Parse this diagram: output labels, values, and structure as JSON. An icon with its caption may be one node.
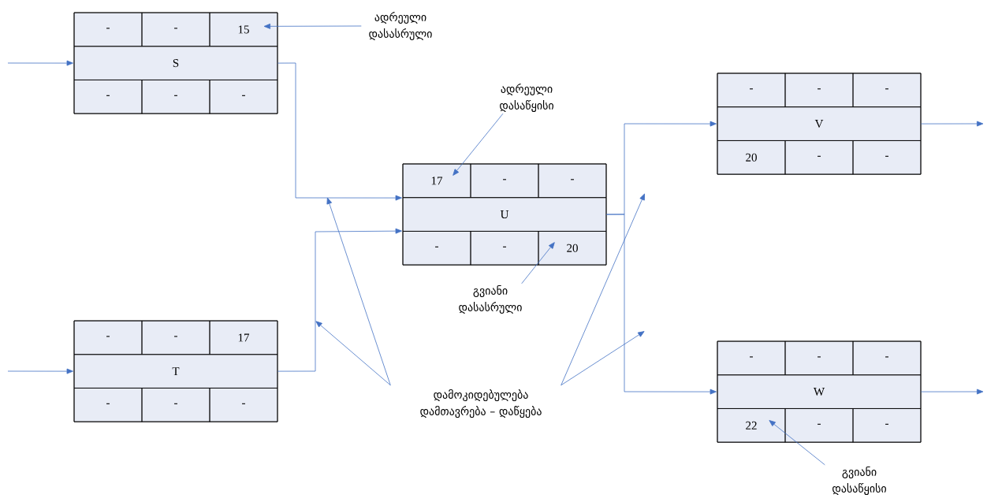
{
  "diagram": {
    "nodes": [
      {
        "text": [],
        "shape": "box"
      },
      {
        "text": [
          "-"
        ],
        "in": 0
      },
      {
        "text": [
          "-"
        ],
        "in": 0
      },
      {
        "text": [
          "15"
        ],
        "in": 0
      },
      {
        "text": [
          "S"
        ],
        "in": 0
      },
      {
        "text": [
          "-"
        ],
        "in": 0
      },
      {
        "text": [
          "-"
        ],
        "in": 0
      },
      {
        "text": [
          "-"
        ],
        "in": 0
      },
      {
        "text": [],
        "shape": "box"
      },
      {
        "text": [
          "-"
        ],
        "in": 8
      },
      {
        "text": [
          "-"
        ],
        "in": 8
      },
      {
        "text": [
          "17"
        ],
        "in": 8
      },
      {
        "text": [
          "T"
        ],
        "in": 8
      },
      {
        "text": [
          "-"
        ],
        "in": 8
      },
      {
        "text": [
          "-"
        ],
        "in": 8
      },
      {
        "text": [
          "-"
        ],
        "in": 8
      },
      {
        "text": [],
        "shape": "box"
      },
      {
        "text": [
          "17"
        ],
        "in": 16
      },
      {
        "text": [
          "-"
        ],
        "in": 16
      },
      {
        "text": [
          "-"
        ],
        "in": 16
      },
      {
        "text": [
          "U"
        ],
        "in": 16
      },
      {
        "text": [
          "-"
        ],
        "in": 16
      },
      {
        "text": [
          "-"
        ],
        "in": 16
      },
      {
        "text": [
          "20"
        ],
        "in": 16
      },
      {
        "text": [],
        "shape": "box"
      },
      {
        "text": [
          "-"
        ],
        "in": 24
      },
      {
        "text": [
          "-"
        ],
        "in": 24
      },
      {
        "text": [
          "-"
        ],
        "in": 24
      },
      {
        "text": [
          "V"
        ],
        "in": 24
      },
      {
        "text": [
          "20"
        ],
        "in": 24
      },
      {
        "text": [
          "-"
        ],
        "in": 24
      },
      {
        "text": [
          "-"
        ],
        "in": 24
      },
      {
        "text": [],
        "shape": "box"
      },
      {
        "text": [
          "-"
        ],
        "in": 32
      },
      {
        "text": [
          "-"
        ],
        "in": 32
      },
      {
        "text": [
          "-"
        ],
        "in": 32
      },
      {
        "text": [
          "W"
        ],
        "in": 32
      },
      {
        "text": [
          "22"
        ],
        "in": 32
      },
      {
        "text": [
          "-"
        ],
        "in": 32
      },
      {
        "text": [
          "-"
        ],
        "in": 32
      },
      {
        "text": [
          "ადრეული დასასრული"
        ]
      },
      {
        "text": [
          "ადრეული დასაწყისი"
        ]
      },
      {
        "text": [
          "გვიანი დასასრული"
        ]
      },
      {
        "text": [
          "დამოკიდებულება დამთავრება – დაწყება"
        ]
      },
      {
        "text": [
          "გვიანი დასაწყისი"
        ]
      }
    ],
    "edges": [
      {
        "from": null,
        "to": 0,
        "arrow": "to"
      },
      {
        "from": null,
        "to": 8,
        "arrow": "to"
      },
      {
        "from": 0,
        "to": 16,
        "arrow": "to"
      },
      {
        "from": 8,
        "to": 16,
        "arrow": "to"
      },
      {
        "from": 16,
        "to": 24,
        "arrow": "to"
      },
      {
        "from": 16,
        "to": 32,
        "arrow": "to"
      },
      {
        "from": 24,
        "to": null,
        "arrow": "to"
      },
      {
        "from": 32,
        "to": null,
        "arrow": "to"
      },
      {
        "from": 40,
        "to": 3,
        "arrow": "to"
      },
      {
        "from": 41,
        "to": 17,
        "arrow": "to"
      },
      {
        "from": 42,
        "to": 23,
        "arrow": "to"
      },
      {
        "from": 44,
        "to": 37,
        "arrow": "to"
      },
      {
        "from": 43,
        "to": null,
        "arrow": "to"
      },
      {
        "from": 43,
        "to": null,
        "arrow": "to"
      },
      {
        "from": 43,
        "to": null,
        "arrow": "to"
      },
      {
        "from": 43,
        "to": null,
        "arrow": "to"
      }
    ]
  }
}
